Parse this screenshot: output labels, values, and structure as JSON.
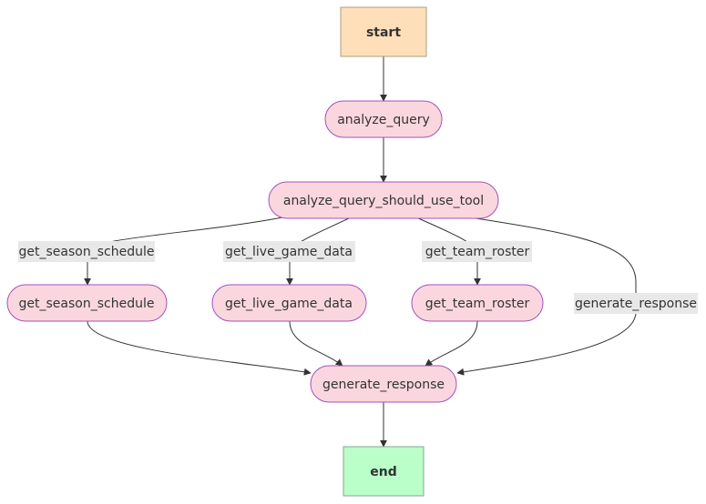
{
  "diagram": {
    "colors": {
      "terminal_start_fill": "#ffdfba",
      "terminal_start_stroke": "#a8a07a",
      "terminal_end_fill": "#baffc9",
      "terminal_end_stroke": "#8aa395",
      "process_fill": "#fad7de",
      "process_stroke": "#a74fbf",
      "edge": "#333333",
      "edge_label_bg": "#e8e8e8",
      "text": "#333333"
    },
    "nodes": {
      "start": "start",
      "analyze_query": "analyze_query",
      "analyze_query_should_use_tool": "analyze_query_should_use_tool",
      "get_season_schedule": "get_season_schedule",
      "get_live_game_data": "get_live_game_data",
      "get_team_roster": "get_team_roster",
      "generate_response": "generate_response",
      "end": "end"
    },
    "edge_labels": {
      "to_season_schedule": "get_season_schedule",
      "to_live_game_data": "get_live_game_data",
      "to_team_roster": "get_team_roster",
      "to_generate_response": "generate_response"
    }
  }
}
